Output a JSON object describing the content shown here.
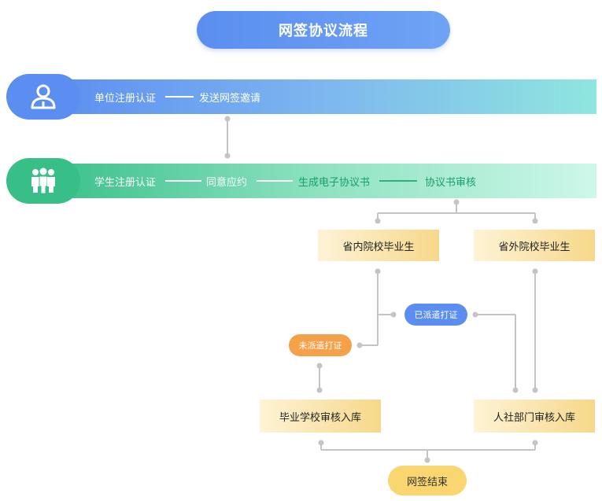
{
  "title": "网签协议流程",
  "unit_row": {
    "steps": [
      "单位注册认证",
      "发送网签邀请"
    ],
    "icon": "person-icon"
  },
  "student_row": {
    "steps": [
      "学生注册认证",
      "同意应约",
      "生成电子协议书",
      "协议书审核"
    ],
    "icon": "group-icon"
  },
  "branches": {
    "in_province": "省内院校毕业生",
    "out_province": "省外院校毕业生",
    "dispatched": "已派遣打证",
    "not_dispatched": "未派遣打证",
    "school_review": "毕业学校审核入库",
    "hr_review": "人社部门审核入库"
  },
  "end": "网签结束",
  "colors": {
    "blue": "#5b8ef0",
    "green": "#38bf88",
    "orange": "#f4a14a",
    "yellow": "#f9d66f",
    "connector": "#c4c4c4"
  }
}
